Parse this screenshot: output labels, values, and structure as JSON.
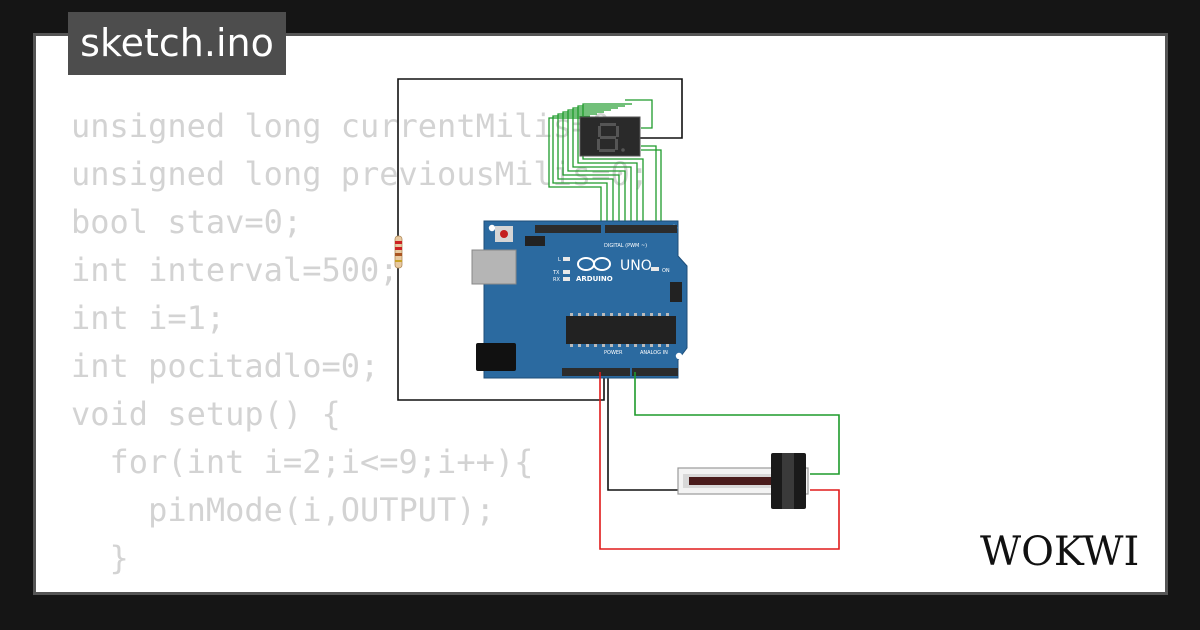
{
  "tab": {
    "filename": "sketch.ino"
  },
  "code_lines": [
    "unsigned long currentMilis=0;",
    "unsigned long previousMilis=0;",
    "bool stav=0;",
    "int interval=500;",
    "int i=1;",
    "int pocitadlo=0;",
    "void setup() {",
    "  for(int i=2;i<=9;i++){",
    "    pinMode(i,OUTPUT);",
    "  }",
    "}"
  ],
  "board": {
    "model": "UNO",
    "brand": "ARDUINO",
    "header_digital": "DIGITAL (PWM ~)",
    "header_power": "POWER",
    "header_analog": "ANALOG IN",
    "on_label": "ON",
    "l_label": "L",
    "tx_label": "TX",
    "rx_label": "RX"
  },
  "logo": {
    "text": "WOKWI"
  },
  "colors": {
    "board": "#2b6aa0",
    "wire_green": "#1e9b2b",
    "wire_red": "#e01b1b",
    "wire_black": "#111111",
    "code_text": "#d3d3d3",
    "tab_bg": "#4d4d4d",
    "page_bg": "#151515"
  },
  "icons": [
    "arduino-infinity-icon",
    "seven-segment-display",
    "slide-potentiometer",
    "resistor"
  ]
}
